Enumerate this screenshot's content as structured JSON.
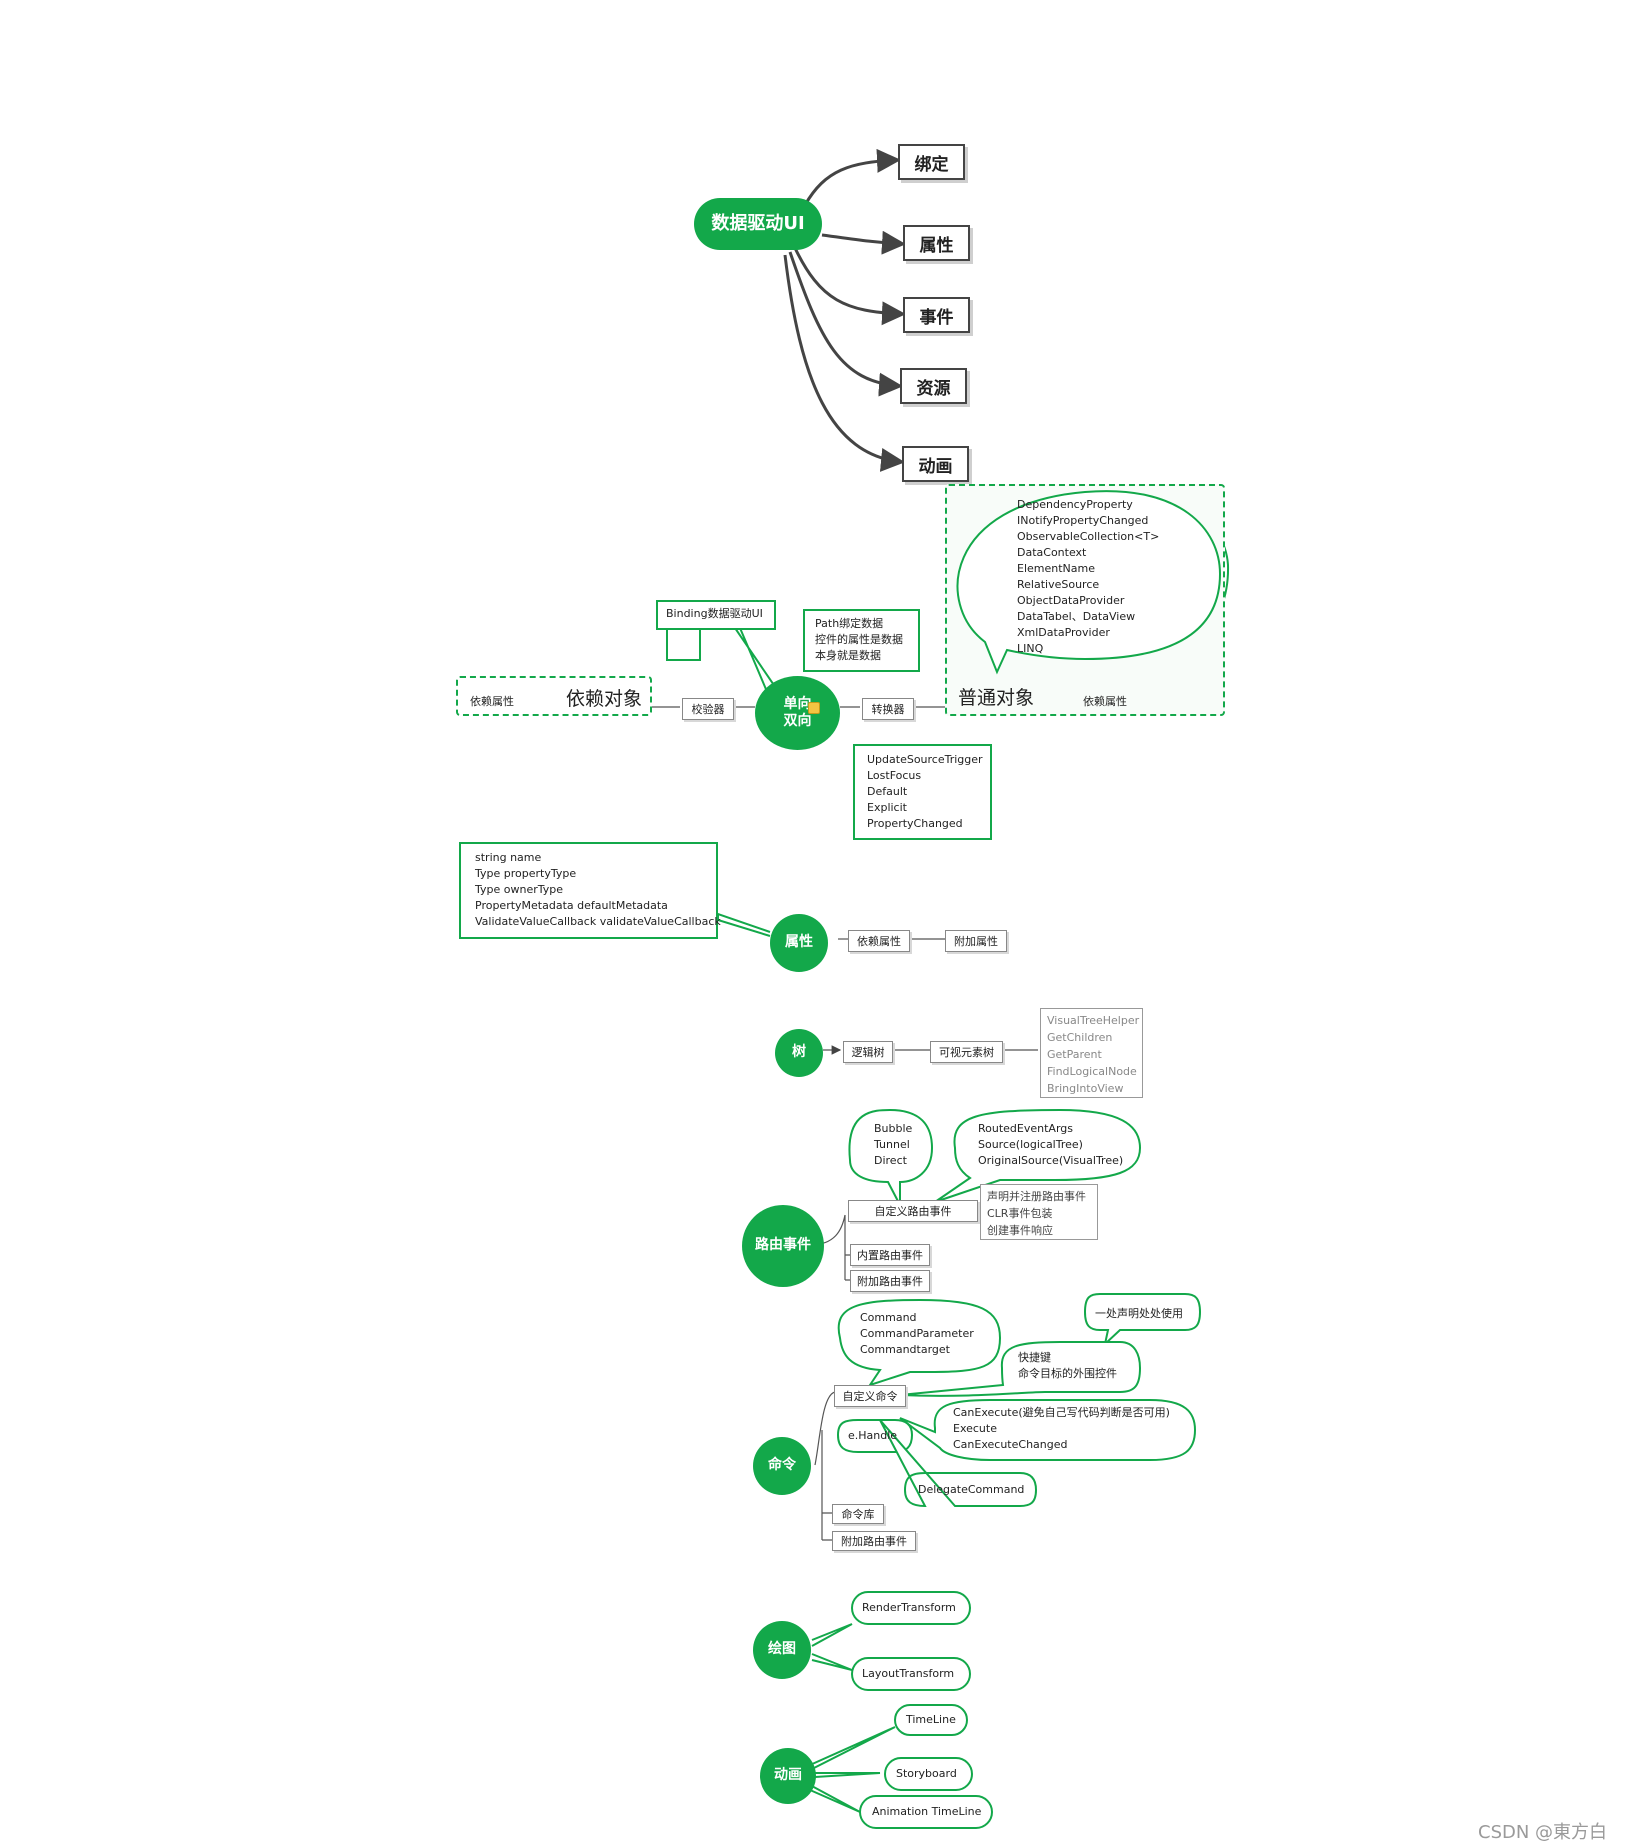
{
  "root": {
    "label": "数据驱动UI"
  },
  "top_branches": [
    "绑定",
    "属性",
    "事件",
    "资源",
    "动画"
  ],
  "binding": {
    "center": [
      "单向",
      "双向"
    ],
    "note_icon": "note-icon",
    "callout_binding": "Binding数据驱动UI",
    "path_note": [
      "Path绑定数据",
      "控件的属性是数据",
      "本身就是数据"
    ],
    "left_box": {
      "small": "依赖属性",
      "big": "依赖对象"
    },
    "validator": "校验器",
    "converter": "转换器",
    "right_box": {
      "big": "普通对象",
      "small": "依赖属性"
    },
    "data_sources": [
      "DependencyProperty",
      "INotifyPropertyChanged",
      "ObservableCollection<T>",
      "DataContext",
      "ElementName",
      "RelativeSource",
      "ObjectDataProvider",
      "DataTabel、DataView",
      "XmlDataProvider",
      "LINQ"
    ],
    "update_triggers": [
      "UpdateSourceTrigger",
      "LostFocus",
      "Default",
      "Explicit",
      "PropertyChanged"
    ]
  },
  "property": {
    "center": "属性",
    "fields": [
      "string name",
      "Type propertyType",
      "Type ownerType",
      "PropertyMetadata defaultMetadata",
      "ValidateValueCallback validateValueCallback"
    ],
    "dep": "依赖属性",
    "attached": "附加属性"
  },
  "tree": {
    "center": "树",
    "logical": "逻辑树",
    "visual": "可视元素树",
    "helpers": [
      "VisualTreeHelper",
      "GetChildren",
      "GetParent",
      "FindLogicalNode",
      "BringIntoView"
    ]
  },
  "routed": {
    "center": "路由事件",
    "strategies": [
      "Bubble",
      "Tunnel",
      "Direct"
    ],
    "args": [
      "RoutedEventArgs",
      "Source(logicalTree)",
      "OriginalSource(VisualTree)"
    ],
    "custom": "自定义路由事件",
    "steps": [
      "声明并注册路由事件",
      "CLR事件包装",
      "创建事件响应"
    ],
    "builtin": "内置路由事件",
    "attached": "附加路由事件"
  },
  "command": {
    "center": "命令",
    "props": [
      "Command",
      "CommandParameter",
      "Commandtarget"
    ],
    "declare": "一处声明处处使用",
    "shortcuts": [
      "快捷键",
      "命令目标的外围控件"
    ],
    "custom": "自定义命令",
    "methods": [
      "CanExecute(避免自己写代码判断是否可用)",
      "Execute",
      "CanExecuteChanged"
    ],
    "handle": "e.Handle",
    "delegate": "DelegateCommand",
    "library": "命令库",
    "attached": "附加路由事件"
  },
  "drawing": {
    "center": "绘图",
    "items": [
      "RenderTransform",
      "LayoutTransform"
    ]
  },
  "animation": {
    "center": "动画",
    "items": [
      "TimeLine",
      "Storyboard",
      "Animation TimeLine"
    ]
  },
  "watermark": "CSDN @東方白",
  "colors": {
    "accent": "#13a84a",
    "connector": "#444444",
    "watermark": "#9a9a9a"
  }
}
